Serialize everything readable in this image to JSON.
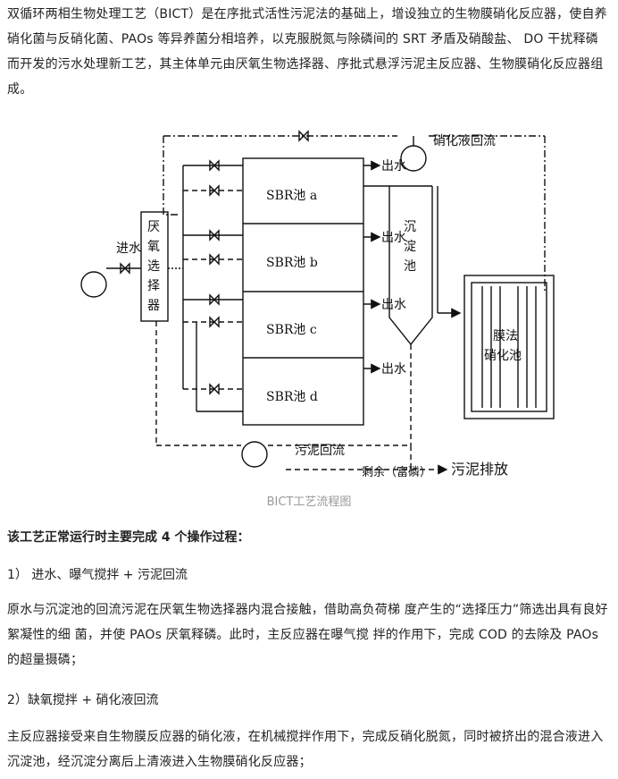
{
  "intro": "双循环两相生物处理工艺（BICT）是在序批式活性污泥法的基础上，增设独立的生物膜硝化反应器，使自养硝化菌与反硝化菌、PAOs 等异养菌分相培养，以克服脱氮与除磷间的 SRT 矛盾及硝酸盐、 DO 干扰释磷而开发的污水处理新工艺，其主体单元由厌氧生物选择器、序批式悬浮污泥主反应器、生物膜硝化反应器组成。",
  "diagram": {
    "labels": {
      "inlet": "进水",
      "selector": "厌氧选择器",
      "sbr_a": "SBR池 a",
      "sbr_b": "SBR池 b",
      "sbr_c": "SBR池 c",
      "sbr_d": "SBR池 d",
      "outlet": "出水",
      "settler": "沉淀池",
      "membrane": "膜法硝化池",
      "nitrate_return": "硝化液回流",
      "sludge_return": "污泥回流",
      "surplus": "剩余（富磷）",
      "discharge": "污泥排放"
    }
  },
  "caption": "BICT工艺流程图",
  "heading": "该工艺正常运行时主要完成 4 个操作过程：",
  "step1_title": "1） 进水、曝气搅拌 + 污泥回流",
  "step1_text": "原水与沉淀池的回流污泥在厌氧生物选择器内混合接触，借助高负荷梯 度产生的“选择压力”筛选出具有良好絮凝性的细 菌，并使 PAOs 厌氧释磷。此时，主反应器在曝气搅 拌的作用下，完成 COD 的去除及 PAOs 的超量摄磷；",
  "step2_title": "2）缺氧搅拌 + 硝化液回流",
  "step2_text": "主反应器接受来自生物膜反应器的硝化液，在机械搅拌作用下，完成反硝化脱氮，同时被挤出的混合液进入沉淀池，经沉淀分离后上清液进入生物膜硝化反应器；"
}
